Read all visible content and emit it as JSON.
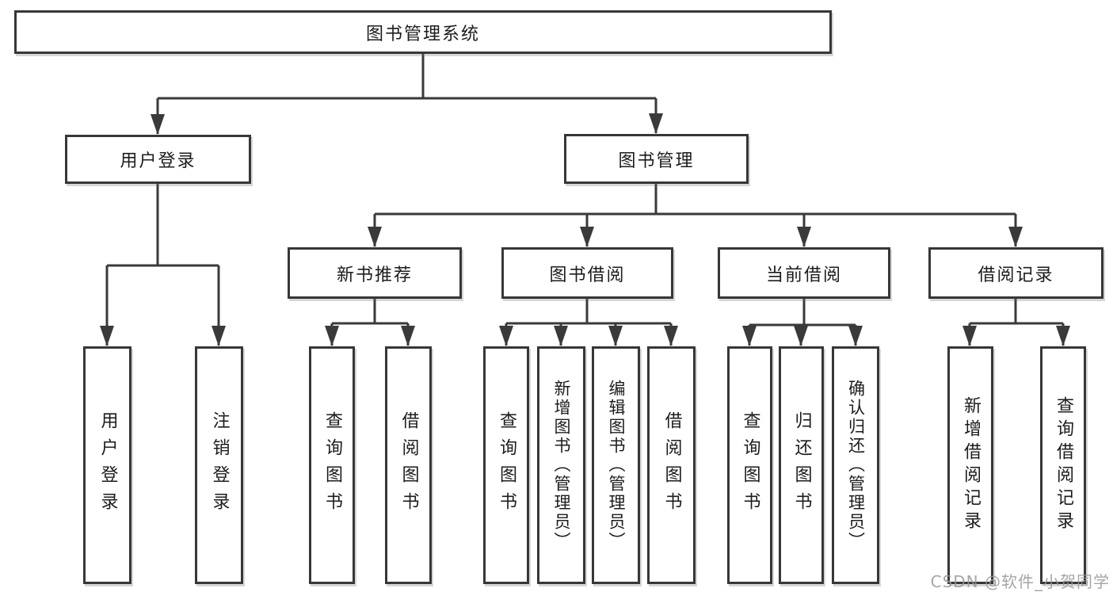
{
  "tree": {
    "root": {
      "label": "图书管理系统"
    },
    "user_login": {
      "label": "用户登录",
      "children": [
        {
          "label": "用户登录"
        },
        {
          "label": "注销登录"
        }
      ]
    },
    "book_management": {
      "label": "图书管理",
      "new_book_recommend": {
        "label": "新书推荐",
        "children": [
          {
            "label": "查询图书"
          },
          {
            "label": "借阅图书"
          }
        ]
      },
      "book_borrowing": {
        "label": "图书借阅",
        "children": [
          {
            "label": "查询图书"
          },
          {
            "label": "新增图书（管理员）"
          },
          {
            "label": "编辑图书（管理员）"
          },
          {
            "label": "借阅图书"
          }
        ]
      },
      "current_borrowing": {
        "label": "当前借阅",
        "children": [
          {
            "label": "查询图书"
          },
          {
            "label": "归还图书"
          },
          {
            "label": "确认归还（管理员）"
          }
        ]
      },
      "borrow_records": {
        "label": "借阅记录",
        "children": [
          {
            "label": "新增借阅记录"
          },
          {
            "label": "查询借阅记录"
          }
        ]
      }
    }
  },
  "watermark": {
    "text": "CSDN @软件_小贺同学"
  },
  "colors": {
    "line": "#3a3a3a",
    "border": "#373737",
    "text": "#1c1c1c",
    "box_background": "#ffffff",
    "watermark": "#969696"
  }
}
